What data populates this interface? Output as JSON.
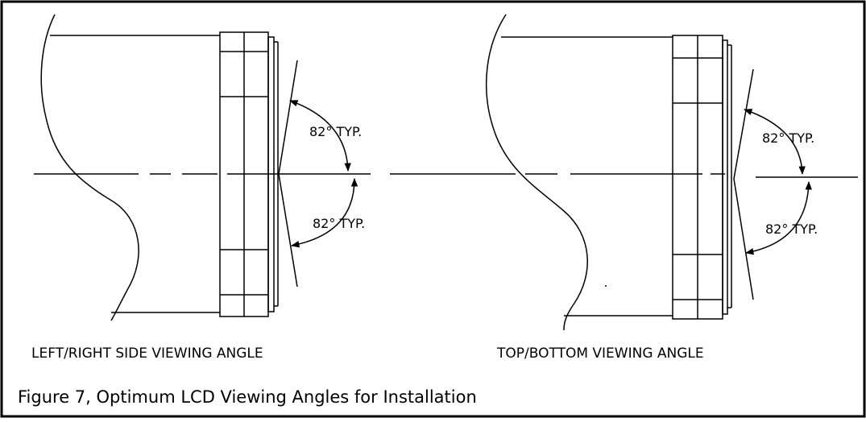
{
  "figure": {
    "caption": "Figure 7, Optimum LCD Viewing Angles for Installation",
    "left_view": {
      "label": "LEFT/RIGHT SIDE VIEWING ANGLE",
      "upper_angle_label": "82° TYP.",
      "lower_angle_label": "82° TYP."
    },
    "right_view": {
      "label": "TOP/BOTTOM VIEWING ANGLE",
      "upper_angle_label": "82° TYP.",
      "lower_angle_label": "82° TYP."
    }
  }
}
